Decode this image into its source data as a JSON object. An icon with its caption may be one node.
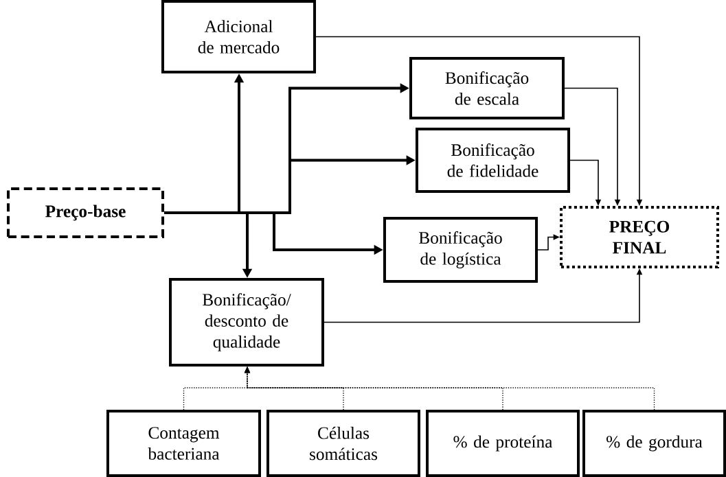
{
  "diagram": {
    "nodes": [
      {
        "text": [
          "Preço-base"
        ]
      },
      {
        "text": [
          "Adicional de mercado"
        ]
      },
      {
        "text": [
          "Bonificação de escala"
        ]
      },
      {
        "text": [
          "Bonificação de fidelidade"
        ]
      },
      {
        "text": [
          "Bonificação de logística"
        ]
      },
      {
        "text": [
          "PREÇO FINAL"
        ]
      },
      {
        "text": [
          "Bonificação/ desconto de qualidade"
        ]
      },
      {
        "text": [
          "Contagem bacteriana"
        ]
      },
      {
        "text": [
          "Células somáticas"
        ]
      },
      {
        "text": [
          "% de proteína"
        ]
      },
      {
        "text": [
          "% de gordura"
        ]
      }
    ],
    "edges": [
      {
        "from": 0,
        "to": 1,
        "arrow": "to",
        "style": "thick"
      },
      {
        "from": 0,
        "to": 2,
        "arrow": "to",
        "style": "thick"
      },
      {
        "from": 0,
        "to": 3,
        "arrow": "to",
        "style": "thick"
      },
      {
        "from": 0,
        "to": 4,
        "arrow": "to",
        "style": "thick"
      },
      {
        "from": 0,
        "to": 6,
        "arrow": "to",
        "style": "thick"
      },
      {
        "from": 1,
        "to": 5,
        "arrow": "to"
      },
      {
        "from": 2,
        "to": 5,
        "arrow": "to"
      },
      {
        "from": 3,
        "to": 5,
        "arrow": "to"
      },
      {
        "from": 4,
        "to": 5,
        "arrow": "to"
      },
      {
        "from": 6,
        "to": 5,
        "arrow": "to"
      },
      {
        "from": 7,
        "to": 6,
        "arrow": "to",
        "style": "dashed"
      },
      {
        "from": 8,
        "to": 6,
        "arrow": "to",
        "style": "dashed"
      },
      {
        "from": 9,
        "to": 6,
        "arrow": "to",
        "style": "dashed"
      },
      {
        "from": 10,
        "to": 6,
        "arrow": "to",
        "style": "dashed"
      }
    ]
  }
}
